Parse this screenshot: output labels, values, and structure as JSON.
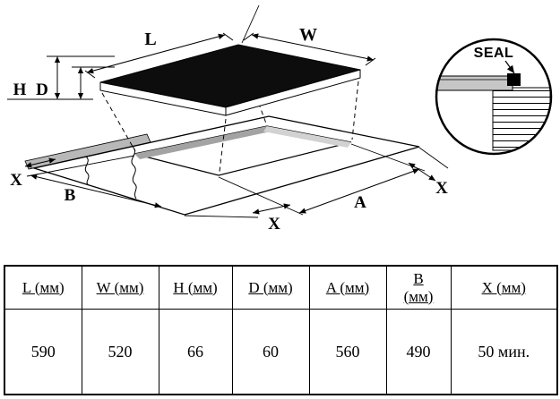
{
  "diagram": {
    "L": "L",
    "W": "W",
    "H": "H",
    "D": "D",
    "B": "B",
    "A": "A",
    "X_left": "X",
    "X_bottom": "X",
    "X_right": "X",
    "seal": "SEAL"
  },
  "colors": {
    "glass_top": "#0d0d0d",
    "counter_edge_gray": "#b8b8b8",
    "cutout_wall_gray": "#a3a3a3"
  },
  "table": {
    "headers": [
      "L (мм)",
      "W (мм)",
      "H (мм)",
      "D (мм)",
      "A (мм)",
      "B\n(мм)",
      "X (мм)"
    ],
    "values": [
      "590",
      "520",
      "66",
      "60",
      "560",
      "490",
      "50 мин."
    ]
  }
}
